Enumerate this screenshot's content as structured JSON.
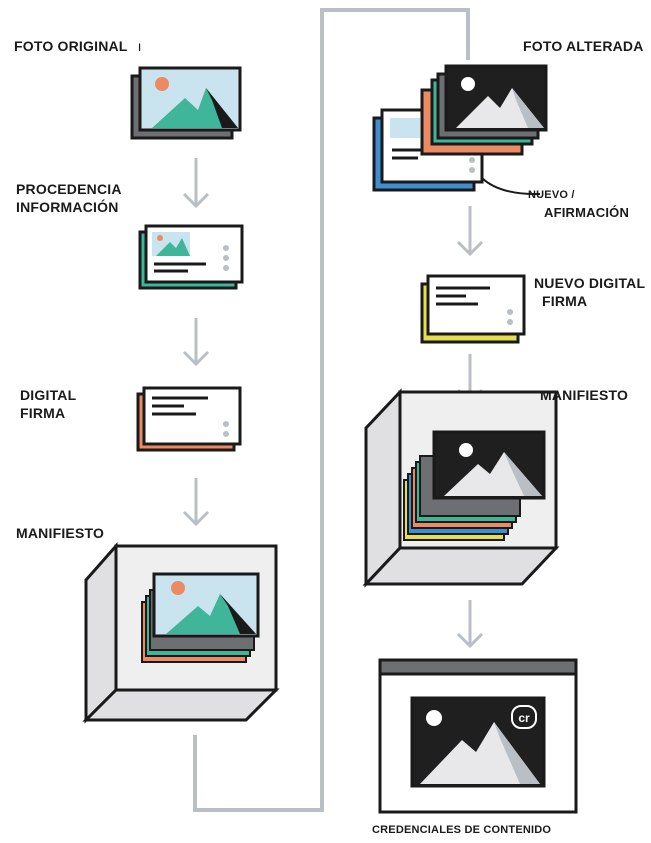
{
  "colors": {
    "ink": "#1a1a1a",
    "arrow": "#b9bfc5",
    "sky": "#c9e3ef",
    "mountain": "#3fb59a",
    "sun": "#ec8a63",
    "layer_gray": "#6d6f72",
    "layer_orange": "#ec8a63",
    "layer_teal": "#3fb59a",
    "layer_blue": "#3d8fd1",
    "layer_yellow": "#e8dc50",
    "box_face": "#efeff0",
    "box_side": "#e0e0e2",
    "dark_photo": "#1f1f1f",
    "snow": "#e8e8ea"
  },
  "left_column": {
    "original_photo": {
      "label": "FOTO ORIGINAL",
      "tick": "ı"
    },
    "provenance": {
      "line1": "PROCEDENCIA",
      "line2": "INFORMACIÓN"
    },
    "signature": {
      "line1": "DIGITAL",
      "line2": "FIRMA"
    },
    "manifest": {
      "label": "MANIFIESTO"
    }
  },
  "right_column": {
    "altered_photo": {
      "label": "FOTO ALTERADA"
    },
    "new_claim": {
      "line1": "NUEVO /",
      "line2": "AFIRMACIÓN"
    },
    "new_signature": {
      "line1": "NUEVO DIGITAL",
      "line2": "FIRMA"
    },
    "manifest": {
      "label": "MANIFIESTO"
    },
    "content_credentials": {
      "label": "CREDENCIALES DE CONTENIDO",
      "badge": "cr"
    }
  },
  "icons": [
    "photo-icon",
    "card-icon",
    "arrow-down-icon",
    "cr-badge-icon"
  ]
}
